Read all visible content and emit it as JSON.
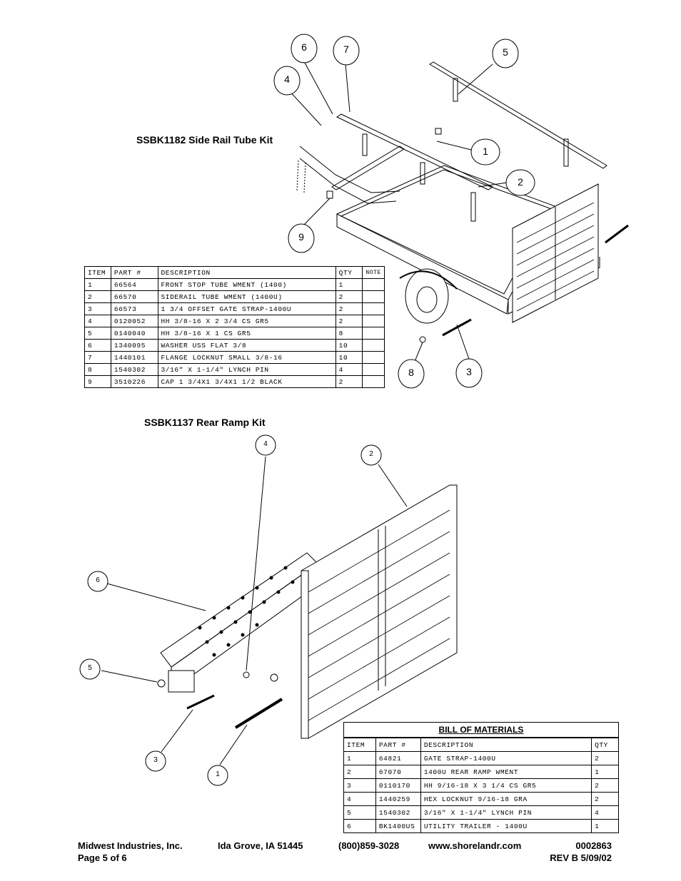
{
  "kit1": {
    "title": "SSBK1182 Side Rail Tube Kit",
    "callouts": [
      "6",
      "7",
      "5",
      "4",
      "1",
      "2",
      "9",
      "8",
      "3"
    ],
    "table": {
      "headers": [
        "ITEM",
        "PART #",
        "DESCRIPTION",
        "QTY",
        "NOTE"
      ],
      "rows": [
        [
          "1",
          "66564",
          "FRONT STOP TUBE WMENT (1400)",
          "1",
          ""
        ],
        [
          "2",
          "66570",
          "SIDERAIL TUBE WMENT (1400U)",
          "2",
          ""
        ],
        [
          "3",
          "66573",
          "1 3/4 OFFSET GATE STRAP-1400U",
          "2",
          ""
        ],
        [
          "4",
          "0120052",
          "HH 3/8-16 X 2 3/4 CS GR5",
          "2",
          ""
        ],
        [
          "5",
          "0140040",
          "HH 3/8-16 X 1 CS GR5",
          "8",
          ""
        ],
        [
          "6",
          "1340095",
          "WASHER USS FLAT 3/8",
          "10",
          ""
        ],
        [
          "7",
          "1440101",
          "FLANGE LOCKNUT SMALL 3/8-16",
          "10",
          ""
        ],
        [
          "8",
          "1540302",
          "3/16\" X 1-1/4\" LYNCH PIN",
          "4",
          ""
        ],
        [
          "9",
          "3510226",
          "CAP 1 3/4X1 3/4X1 1/2 BLACK",
          "2",
          ""
        ]
      ]
    }
  },
  "kit2": {
    "title": "SSBK1137 Rear Ramp Kit",
    "callouts": [
      "4",
      "2",
      "6",
      "5",
      "3",
      "1"
    ],
    "table": {
      "heading": "BILL OF MATERIALS",
      "headers": [
        "ITEM",
        "PART #",
        "DESCRIPTION",
        "QTY"
      ],
      "rows": [
        [
          "1",
          "64821",
          "GATE STRAP-1400U",
          "2"
        ],
        [
          "2",
          "67070",
          "1400U REAR RAMP WMENT",
          "1"
        ],
        [
          "3",
          "0110170",
          "HH 9/16-18 X 3 1/4 CS GR5",
          "2"
        ],
        [
          "4",
          "1440259",
          "HEX LOCKNUT 9/16-18 GRA",
          "2"
        ],
        [
          "5",
          "1540302",
          "3/16\" X 1-1/4\" LYNCH PIN",
          "4"
        ],
        [
          "6",
          "BK1400US",
          "UTILITY TRAILER - 1400U",
          "1"
        ]
      ]
    }
  },
  "footer": {
    "company": "Midwest Industries, Inc.",
    "city": "Ida Grove, IA  51445",
    "phone": "(800)859-3028",
    "website": "www.shorelandr.com",
    "doc_number": "0002863",
    "page": "Page 5 of 6",
    "revision": "REV B 5/09/02"
  }
}
